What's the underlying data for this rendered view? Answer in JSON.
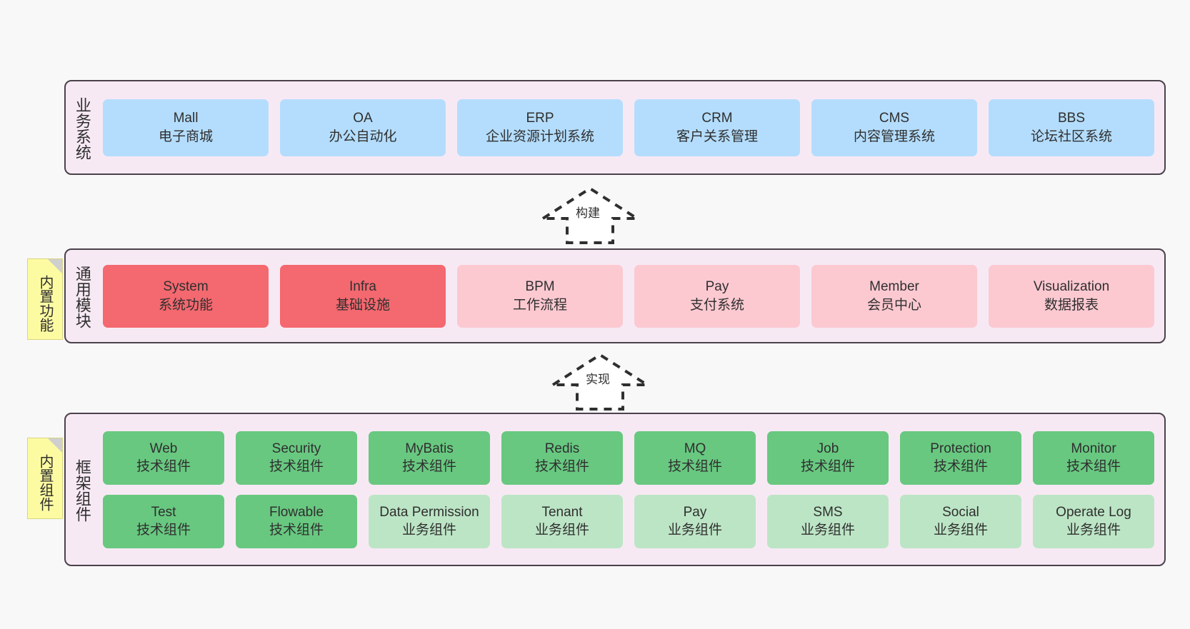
{
  "diagram": {
    "background": "#f8f8f8",
    "colors": {
      "panel_bg": "#f7e9f4",
      "panel_border": "#4a424a",
      "business_card": "#b4ddfd",
      "module_core": "#f4686f",
      "module_other": "#fcc9d1",
      "component_tech": "#68c880",
      "component_biz": "#bce5c5",
      "note_bg": "#fdfba1",
      "note_fold": "#cfcfcf",
      "text": "#2f2f2f"
    }
  },
  "layers": [
    {
      "id": "business-system",
      "title": "业务系统",
      "cards": [
        {
          "en": "Mall",
          "cn": "电子商城"
        },
        {
          "en": "OA",
          "cn": "办公自动化"
        },
        {
          "en": "ERP",
          "cn": "企业资源计划系统"
        },
        {
          "en": "CRM",
          "cn": "客户关系管理"
        },
        {
          "en": "CMS",
          "cn": "内容管理系统"
        },
        {
          "en": "BBS",
          "cn": "论坛社区系统"
        }
      ]
    },
    {
      "id": "common-module",
      "title": "通用模块",
      "note": "内置功能",
      "cards": [
        {
          "en": "System",
          "cn": "系统功能",
          "style": "core"
        },
        {
          "en": "Infra",
          "cn": "基础设施",
          "style": "core"
        },
        {
          "en": "BPM",
          "cn": "工作流程",
          "style": "other"
        },
        {
          "en": "Pay",
          "cn": "支付系统",
          "style": "other"
        },
        {
          "en": "Member",
          "cn": "会员中心",
          "style": "other"
        },
        {
          "en": "Visualization",
          "cn": "数据报表",
          "style": "other"
        }
      ]
    },
    {
      "id": "framework-component",
      "title": "框架组件",
      "note": "内置组件",
      "row1": [
        {
          "en": "Web",
          "cn": "技术组件"
        },
        {
          "en": "Security",
          "cn": "技术组件"
        },
        {
          "en": "MyBatis",
          "cn": "技术组件"
        },
        {
          "en": "Redis",
          "cn": "技术组件"
        },
        {
          "en": "MQ",
          "cn": "技术组件"
        },
        {
          "en": "Job",
          "cn": "技术组件"
        },
        {
          "en": "Protection",
          "cn": "技术组件"
        },
        {
          "en": "Monitor",
          "cn": "技术组件"
        }
      ],
      "row2": [
        {
          "en": "Test",
          "cn": "技术组件",
          "style": "tech"
        },
        {
          "en": "Flowable",
          "cn": "技术组件",
          "style": "tech"
        },
        {
          "en": "Data Permission",
          "cn": "业务组件",
          "style": "biz"
        },
        {
          "en": "Tenant",
          "cn": "业务组件",
          "style": "biz"
        },
        {
          "en": "Pay",
          "cn": "业务组件",
          "style": "biz"
        },
        {
          "en": "SMS",
          "cn": "业务组件",
          "style": "biz"
        },
        {
          "en": "Social",
          "cn": "业务组件",
          "style": "biz"
        },
        {
          "en": "Operate Log",
          "cn": "业务组件",
          "style": "biz"
        }
      ]
    }
  ],
  "connectors": [
    {
      "id": "build",
      "label": "构建",
      "from": "common-module",
      "to": "business-system"
    },
    {
      "id": "implement",
      "label": "实现",
      "from": "framework-component",
      "to": "common-module"
    }
  ]
}
